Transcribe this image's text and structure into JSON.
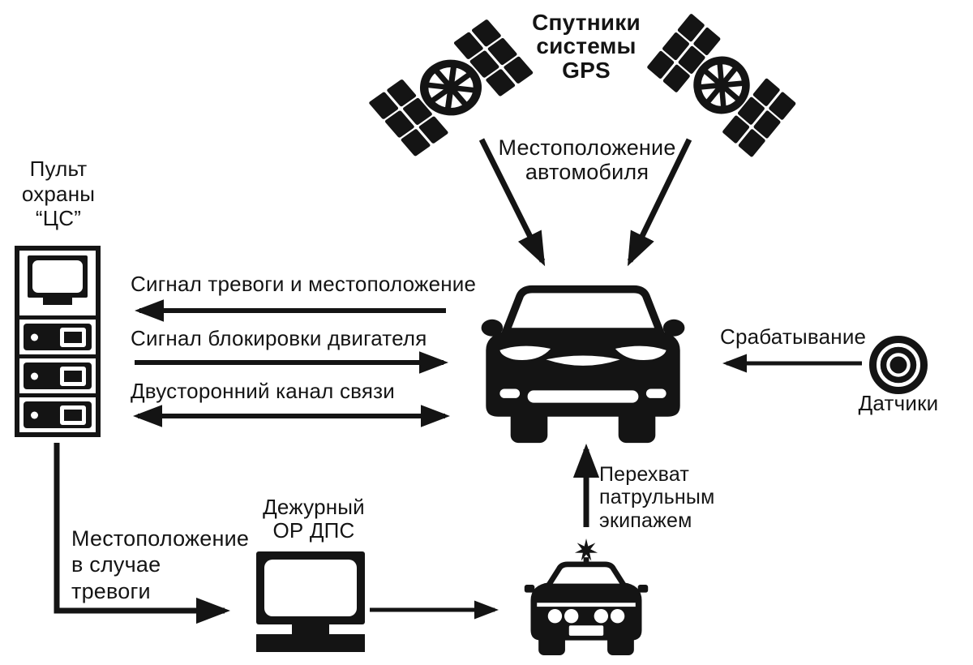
{
  "colors": {
    "ink": "#141414",
    "paper": "#ffffff"
  },
  "nodes": {
    "satellites": {
      "label": "Спутники\nсистемы\nGPS",
      "icon": "gps-satellite-icon"
    },
    "console": {
      "label": "Пульт\nохраны\n“ЦС”",
      "icon": "security-console-icon"
    },
    "monitored_car": {
      "icon": "car-front-icon"
    },
    "sensors": {
      "label": "Датчики",
      "icon": "sensor-target-icon"
    },
    "duty_officer": {
      "label": "Дежурный\nОР ДПС",
      "icon": "crt-monitor-icon"
    },
    "patrol_car": {
      "icon": "patrol-car-icon"
    }
  },
  "edges": {
    "gps_to_car": {
      "label": "Местоположение\nавтомобиля"
    },
    "car_to_console": {
      "label": "Сигнал тревоги и местоположение"
    },
    "console_to_car": {
      "label": "Сигнал блокировки двигателя"
    },
    "duplex": {
      "label": "Двусторонний канал связи"
    },
    "sensors_to_car": {
      "label": "Срабатывание"
    },
    "console_to_duty": {
      "label": "Местоположение\nв случае\nтревоги"
    },
    "patrol_to_car": {
      "label": "Перехват\nпатрульным\nэкипажем"
    }
  }
}
